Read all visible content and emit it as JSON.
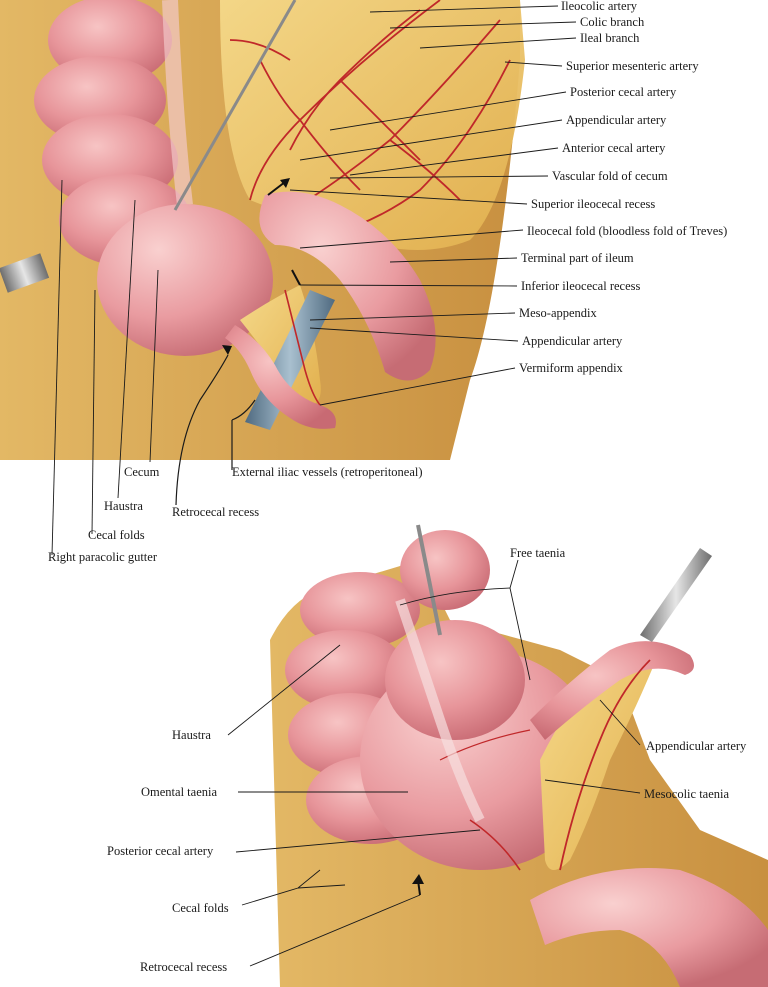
{
  "figure_top": {
    "labels": {
      "ileocolic_artery": "Ileocolic artery",
      "colic_branch": "Colic branch",
      "ileal_branch": "Ileal branch",
      "superior_mesenteric_artery": "Superior mesenteric artery",
      "posterior_cecal_artery": "Posterior cecal artery",
      "appendicular_artery": "Appendicular artery",
      "anterior_cecal_artery": "Anterior cecal artery",
      "vascular_fold_of_cecum": "Vascular fold of cecum",
      "superior_ileocecal_recess": "Superior ileocecal recess",
      "ileocecal_fold": "Ileocecal fold (bloodless fold of Treves)",
      "terminal_part_of_ileum": "Terminal part of ileum",
      "inferior_ileocecal_recess": "Inferior ileocecal recess",
      "meso_appendix": "Meso-appendix",
      "appendicular_artery_2": "Appendicular artery",
      "vermiform_appendix": "Vermiform appendix",
      "cecum": "Cecum",
      "external_iliac_vessels": "External iliac vessels (retroperitoneal)",
      "haustra": "Haustra",
      "retrocecal_recess": "Retrocecal recess",
      "cecal_folds": "Cecal folds",
      "right_paracolic_gutter": "Right paracolic gutter"
    }
  },
  "figure_bottom": {
    "labels": {
      "free_taenia": "Free taenia",
      "haustra": "Haustra",
      "appendicular_artery": "Appendicular artery",
      "omental_taenia": "Omental taenia",
      "mesocolic_taenia": "Mesocolic taenia",
      "posterior_cecal_artery": "Posterior cecal artery",
      "cecal_folds": "Cecal folds",
      "retrocecal_recess": "Retrocecal recess"
    }
  },
  "colors": {
    "bowel": "#e7959a",
    "bowel_dark": "#c86a73",
    "mesentery": "#eec76a",
    "fat": "#f0d27c",
    "wall": "#d9a44a",
    "artery": "#c0282a",
    "vessel": "#6f8aa0",
    "instrument": "#9a9a9a"
  }
}
